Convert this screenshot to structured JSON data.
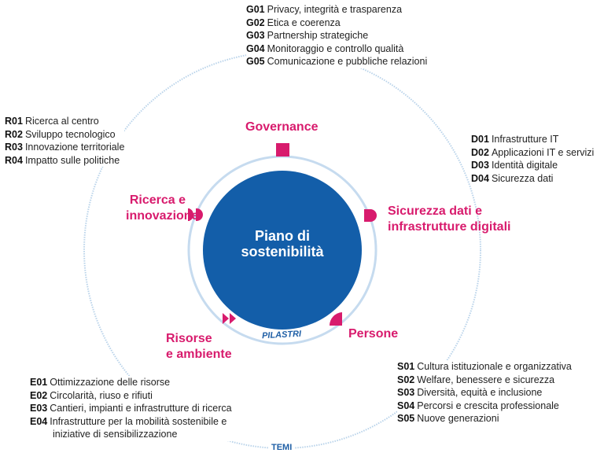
{
  "center": {
    "line1": "Piano di",
    "line2": "sostenibilità"
  },
  "rings": {
    "inner_label": "PILASTRI",
    "outer_label": "TEMI"
  },
  "colors": {
    "accent": "#d81b6d",
    "core": "#135ea9",
    "ring": "#b9d3ea"
  },
  "pillars": [
    {
      "name": "governance",
      "line1": "Governance",
      "line2": "",
      "icon": "square-icon"
    },
    {
      "name": "sicurezza",
      "line1": "Sicurezza dati e",
      "line2": "infrastrutture digitali",
      "icon": "half-round-icon"
    },
    {
      "name": "persone",
      "line1": "Persone",
      "line2": "",
      "icon": "quarter-circle-icon"
    },
    {
      "name": "risorse",
      "line1": "Risorse",
      "line2": "e ambiente",
      "icon": "double-triangle-icon"
    },
    {
      "name": "ricerca",
      "line1": "Ricerca e",
      "line2": "innovazione",
      "icon": "double-half-round-icon"
    }
  ],
  "themes": {
    "governance": [
      {
        "code": "G01",
        "label": "Privacy, integrità e trasparenza"
      },
      {
        "code": "G02",
        "label": "Etica e coerenza"
      },
      {
        "code": "G03",
        "label": "Partnership strategiche"
      },
      {
        "code": "G04",
        "label": "Monitoraggio e controllo qualità"
      },
      {
        "code": "G05",
        "label": "Comunicazione e pubbliche relazioni"
      }
    ],
    "ricerca": [
      {
        "code": "R01",
        "label": "Ricerca al centro"
      },
      {
        "code": "R02",
        "label": "Sviluppo tecnologico"
      },
      {
        "code": "R03",
        "label": "Innovazione territoriale"
      },
      {
        "code": "R04",
        "label": "Impatto sulle politiche"
      }
    ],
    "digitale": [
      {
        "code": "D01",
        "label": "Infrastrutture IT"
      },
      {
        "code": "D02",
        "label": "Applicazioni IT e servizi"
      },
      {
        "code": "D03",
        "label": "Identità digitale"
      },
      {
        "code": "D04",
        "label": "Sicurezza dati"
      }
    ],
    "ambiente": [
      {
        "code": "E01",
        "label": "Ottimizzazione delle risorse"
      },
      {
        "code": "E02",
        "label": "Circolarità, riuso e rifiuti"
      },
      {
        "code": "E03",
        "label": "Cantieri, impianti e infrastrutture di ricerca"
      },
      {
        "code": "E04",
        "label": "Infrastrutture per la mobilità sostenibile e",
        "label2": "iniziative di sensibilizzazione"
      }
    ],
    "persone": [
      {
        "code": "S01",
        "label": "Cultura istituzionale e organizzativa"
      },
      {
        "code": "S02",
        "label": "Welfare, benessere e sicurezza"
      },
      {
        "code": "S03",
        "label": "Diversità, equità e inclusione"
      },
      {
        "code": "S04",
        "label": "Percorsi e crescita professionale"
      },
      {
        "code": "S05",
        "label": "Nuove generazioni"
      }
    ]
  }
}
